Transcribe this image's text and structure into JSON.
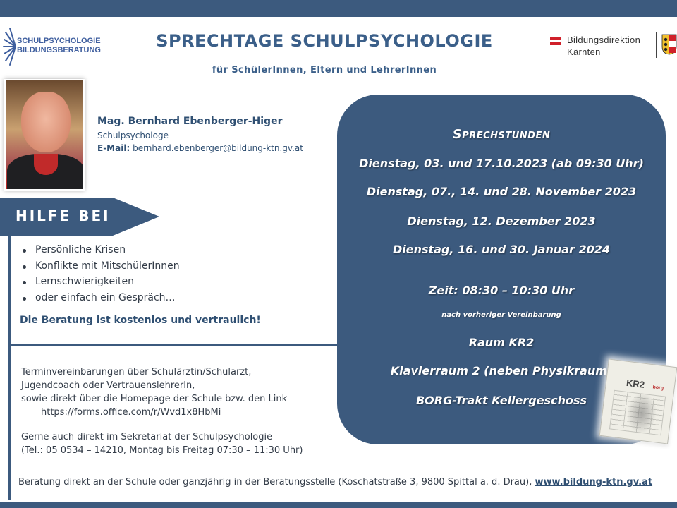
{
  "header": {
    "logo_left_line1": "SCHULPSYCHOLOGIE",
    "logo_left_line2": "BILDUNGSBERATUNG",
    "title": "SPRECHTAGE SCHULPSYCHOLOGIE",
    "subtitle": "für SchülerInnen, Eltern und LehrerInnen",
    "logo_right_line1": "Bildungsdirektion",
    "logo_right_line2": "Kärnten",
    "colors": {
      "accent": "#3c5a7e",
      "title": "#3b5f89"
    }
  },
  "contact": {
    "name": "Mag. Bernhard Ebenberger-Higer",
    "role": "Schulpsychologe",
    "email_label": "E-Mail:",
    "email": "bernhard.ebenberger@bildung-ktn.gv.at"
  },
  "help": {
    "heading": "HILFE BEI",
    "items": [
      "Persönliche Krisen",
      "Konflikte mit MitschülerInnen",
      "Lernschwierigkeiten",
      "oder einfach ein Gespräch…"
    ],
    "note": "Die Beratung ist kostenlos und vertraulich!"
  },
  "booking": {
    "line1": "Terminvereinbarungen über Schulärztin/Schularzt,",
    "line2": "Jugendcoach oder VertrauenslehrerIn,",
    "line3": "sowie direkt über die Homepage der Schule bzw. den Link",
    "link": "https://forms.office.com/r/Wvd1x8HbMi",
    "line4": "Gerne auch direkt im Sekretariat der Schulpsychologie",
    "line5": "(Tel.: 05 0534 – 14210, Montag bis Freitag 07:30 – 11:30 Uhr)"
  },
  "schedule": {
    "heading": "Sprechstunden",
    "dates": [
      "Dienstag, 03. und 17.10.2023 (ab 09:30 Uhr)",
      "Dienstag, 07., 14. und 28. November 2023",
      "Dienstag, 12. Dezember 2023",
      "Dienstag, 16. und 30. Januar 2024"
    ],
    "time": "Zeit: 08:30 – 10:30 Uhr",
    "appointment_note": "nach vorheriger Vereinbarung",
    "room": "Raum KR2",
    "room_detail": "Klavierraum 2 (neben Physikraum)",
    "location": "BORG-Trakt Kellergeschoss",
    "door_sign_text": "KR2",
    "door_sign_logo": "borg"
  },
  "footer": {
    "text": "Beratung direkt an der Schule oder ganzjährig in der Beratungsstelle (Koschatstraße 3, 9800 Spittal a. d. Drau), ",
    "link": "www.bildung-ktn.gv.at"
  }
}
